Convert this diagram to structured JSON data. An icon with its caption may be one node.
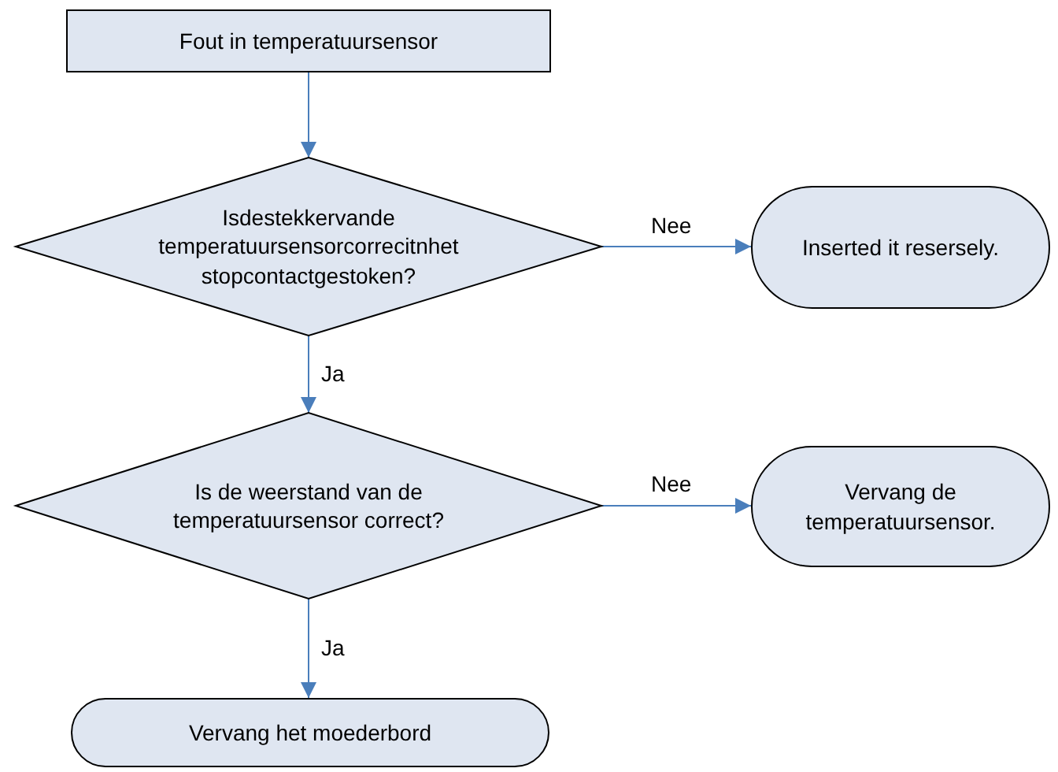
{
  "diagram": {
    "nodes": [
      {
        "text": [
          "Fout in temperatuursensor"
        ]
      },
      {
        "text": [
          "Isdestekkervande temperatuursensorcorrecitnhet stopcontactgestoken?"
        ]
      },
      {
        "text": [
          "Inserted it resersely."
        ]
      },
      {
        "text": [
          "Is de weerstand van de temperatuursensor correct?"
        ]
      },
      {
        "text": [
          "Vervang de temperatuursensor."
        ]
      },
      {
        "text": [
          "Vervang het moederbord"
        ]
      }
    ],
    "edges": [
      {
        "from": 0,
        "to": 1,
        "arrow": "to"
      },
      {
        "from": 1,
        "to": 2,
        "arrow": "to",
        "label": "Nee"
      },
      {
        "from": 1,
        "to": 3,
        "arrow": "to",
        "label": "Ja"
      },
      {
        "from": 3,
        "to": 4,
        "arrow": "to",
        "label": "Nee"
      },
      {
        "from": 3,
        "to": 5,
        "arrow": "to",
        "label": "Ja"
      }
    ]
  }
}
